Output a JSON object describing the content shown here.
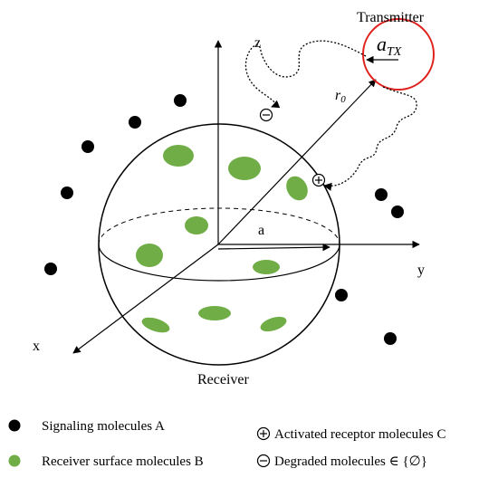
{
  "labels": {
    "transmitter": "Transmitter",
    "a_tx_main": "a",
    "a_tx_sub": "TX",
    "axis_z": "z",
    "axis_y": "y",
    "axis_x": "x",
    "r0_main": "r",
    "r0_sub": "0",
    "radius_a": "a",
    "receiver": "Receiver"
  },
  "legend": [
    {
      "symbol": "black-dot",
      "text": "Signaling molecules A"
    },
    {
      "symbol": "green-dot",
      "text": "Receiver surface molecules B"
    },
    {
      "symbol": "circle-plus",
      "text": "Activated receptor molecules C"
    },
    {
      "symbol": "circle-minus",
      "text": "Degraded molecules ∈ {∅}"
    }
  ],
  "colors": {
    "green": "#70ad47",
    "transmitter_red": "#e0201b",
    "black": "#000000"
  }
}
